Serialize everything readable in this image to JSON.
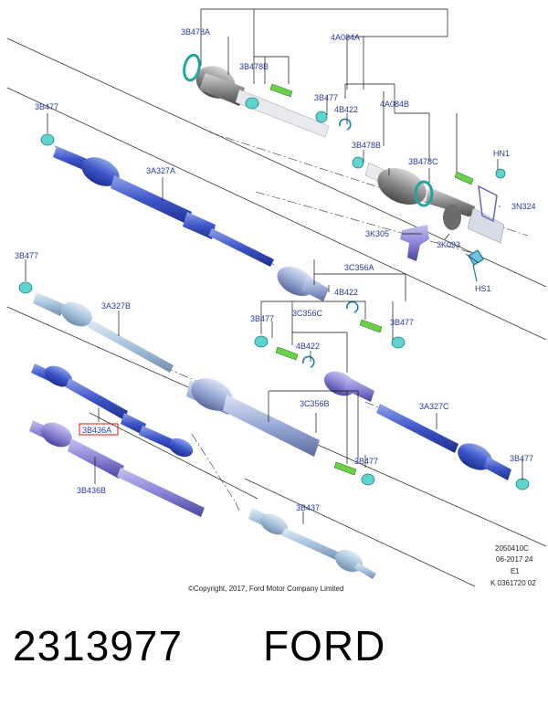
{
  "labels": {
    "l_3B478A": "3B478A",
    "l_4A084A": "4A084A",
    "l_3B478B_top": "3B478B",
    "l_3B477_1": "3B477",
    "l_4B422_1": "4B422",
    "l_4A084B": "4A084B",
    "l_3B477_left1": "3B477",
    "l_3B478B_mid": "3B478B",
    "l_3B478C": "3B478C",
    "l_HN1": "HN1",
    "l_3A327A": "3A327A",
    "l_3N324": "3N324",
    "l_3K305": "3K305",
    "l_3K093": "3K093",
    "l_3B477_left2": "3B477",
    "l_3C356A": "3C356A",
    "l_HS1": "HS1",
    "l_3A327B": "3A327B",
    "l_4B422_2": "4B422",
    "l_3B477_2": "3B477",
    "l_3C356C": "3C356C",
    "l_3B477_3": "3B477",
    "l_4B422_3": "4B422",
    "l_3C356B": "3C356B",
    "l_3A327C": "3A327C",
    "l_3B436A": "3B436A",
    "l_3B477_4": "3B477",
    "l_3B477_5": "3B477",
    "l_3B436B": "3B436B",
    "l_3B437": "3B437"
  },
  "highlight_color": "#e01010",
  "meta": {
    "code1": "2050410C",
    "code2": "06-2017 24",
    "code3": "E1",
    "code4": "K 0361720 02"
  },
  "copyright": "©Copyright, 2017, Ford Motor Company Limited",
  "footer": {
    "part_number": "2313977",
    "brand": "FORD"
  }
}
